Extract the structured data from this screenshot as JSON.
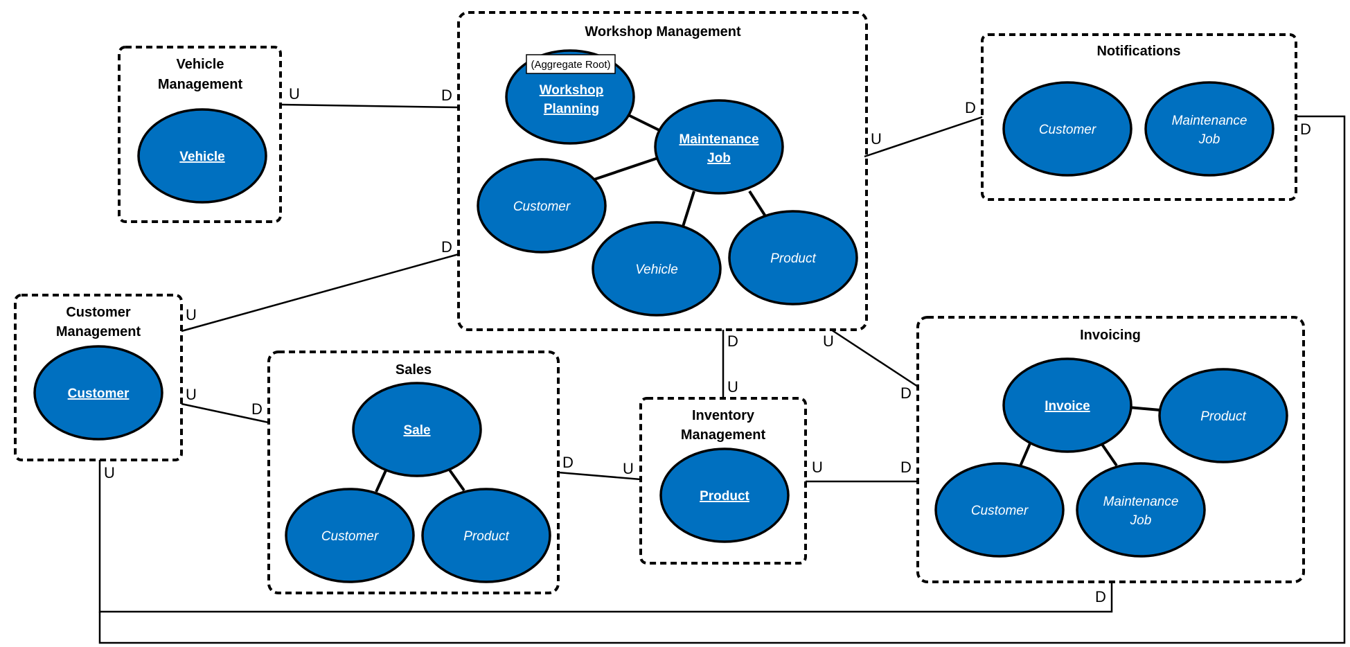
{
  "contexts": {
    "vehicle_mgmt": {
      "title_lines": [
        "Vehicle",
        "Management"
      ],
      "entities": {
        "vehicle": "Vehicle"
      }
    },
    "workshop_mgmt": {
      "title": "Workshop Management",
      "aggregate_root_tag": "(Aggregate Root)",
      "entities": {
        "workshop_planning": [
          "Workshop",
          "Planning"
        ],
        "maintenance_job": [
          "Maintenance",
          "Job"
        ],
        "customer": "Customer",
        "vehicle": "Vehicle",
        "product": "Product"
      }
    },
    "notifications": {
      "title": "Notifications",
      "entities": {
        "customer": "Customer",
        "maintenance_job": [
          "Maintenance",
          "Job"
        ]
      }
    },
    "customer_mgmt": {
      "title_lines": [
        "Customer",
        "Management"
      ],
      "entities": {
        "customer": "Customer"
      }
    },
    "sales": {
      "title": "Sales",
      "entities": {
        "sale": "Sale",
        "customer": "Customer",
        "product": "Product"
      }
    },
    "inventory_mgmt": {
      "title_lines": [
        "Inventory",
        "Management"
      ],
      "entities": {
        "product": "Product"
      }
    },
    "invoicing": {
      "title": "Invoicing",
      "entities": {
        "invoice": "Invoice",
        "product": "Product",
        "customer": "Customer",
        "maintenance_job": [
          "Maintenance",
          "Job"
        ]
      }
    }
  },
  "relationship_labels": {
    "vehicle_workshop": {
      "upstream": "U",
      "downstream": "D"
    },
    "workshop_notifications": {
      "upstream": "U",
      "downstream": "D"
    },
    "customer_workshop": {
      "upstream": "U",
      "downstream": "D"
    },
    "customer_sales": {
      "upstream": "U",
      "downstream": "D"
    },
    "inventory_sales": {
      "upstream": "U",
      "downstream": "D"
    },
    "inventory_workshop": {
      "upstream": "U",
      "downstream": "D"
    },
    "workshop_invoicing": {
      "upstream": "U",
      "downstream": "D"
    },
    "inventory_invoicing": {
      "upstream": "U",
      "downstream": "D"
    },
    "customer_invoicing": {
      "upstream": "U",
      "downstream": "D"
    },
    "customer_notifications": {
      "downstream": "D"
    }
  }
}
